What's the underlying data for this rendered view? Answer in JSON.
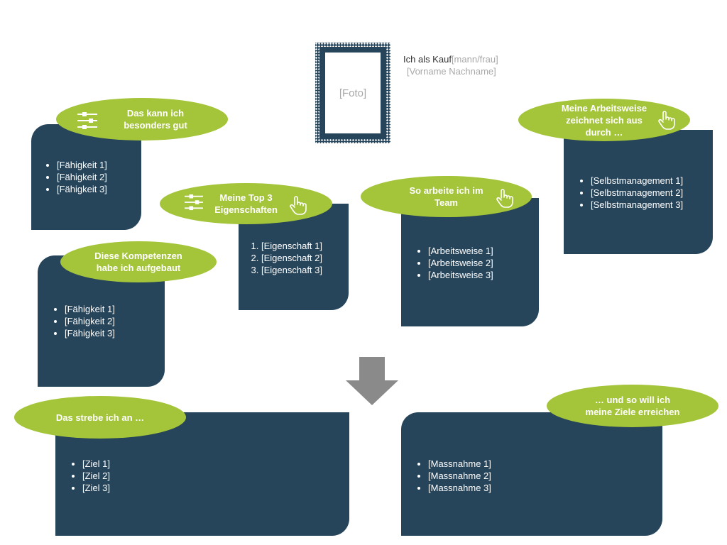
{
  "header": {
    "photo_label": "[Foto]",
    "title_prefix": "Ich als Kauf",
    "title_suffix": "[mann/frau]",
    "name": "[Vorname Nachname]"
  },
  "cards": {
    "kann": {
      "heading_l1": "Das kann ich",
      "heading_l2": "besonders gut",
      "items": [
        "[Fähigkeit 1]",
        "[Fähigkeit 2]",
        "[Fähigkeit 3]"
      ]
    },
    "kompetenzen": {
      "heading_l1": "Diese Kompetenzen",
      "heading_l2": "habe ich aufgebaut",
      "items": [
        "[Fähigkeit 1]",
        "[Fähigkeit 2]",
        "[Fähigkeit 3]"
      ]
    },
    "top3": {
      "heading_l1": "Meine Top 3",
      "heading_l2": "Eigenschaften",
      "items": [
        "[Eigenschaft 1]",
        "[Eigenschaft 2]",
        "[Eigenschaft 3]"
      ]
    },
    "team": {
      "heading_l1": "So arbeite ich im",
      "heading_l2": "Team",
      "items": [
        "[Arbeitsweise 1]",
        "[Arbeitsweise 2]",
        "[Arbeitsweise 3]"
      ]
    },
    "arbeitsweise": {
      "heading_l1": "Meine Arbeitsweise",
      "heading_l2": "zeichnet sich aus",
      "heading_l3": "durch …",
      "items": [
        "[Selbstmanagement 1]",
        "[Selbstmanagement 2]",
        "[Selbstmanagement 3]"
      ]
    },
    "ziele": {
      "heading": "Das strebe ich an …",
      "items": [
        "[Ziel 1]",
        "[Ziel 2]",
        "[Ziel 3]"
      ]
    },
    "massnahmen": {
      "heading_l1": "… und so will ich",
      "heading_l2": "meine Ziele erreichen",
      "items": [
        "[Massnahme 1]",
        "[Massnahme 2]",
        "[Massnahme 3]"
      ]
    }
  },
  "icons": {
    "sliders": "sliders-icon",
    "pointer": "hand-pointer-icon",
    "arrow": "arrow-down-icon"
  },
  "colors": {
    "box": "#26445a",
    "pill": "#a4c43a",
    "arrow": "#8a8a8a",
    "frame": "#26445a"
  }
}
